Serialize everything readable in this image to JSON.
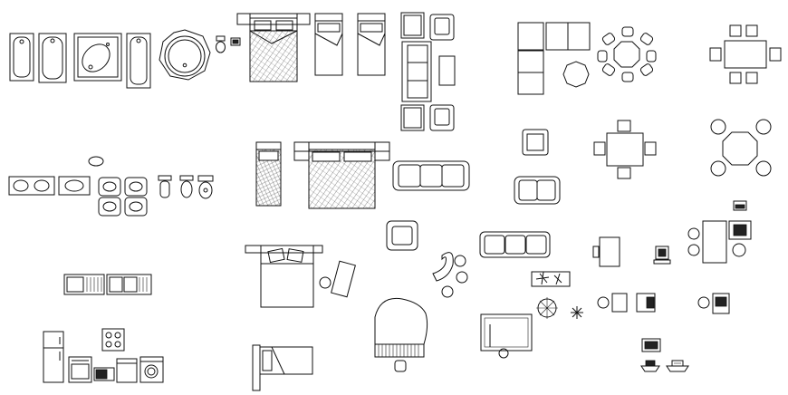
{
  "sheet": {
    "background": "#ffffff",
    "line_color": "#111111",
    "groups": [
      "bathtubs",
      "beds",
      "sofas-and-armchairs",
      "dining-tables",
      "sinks-and-toilets",
      "office-desks",
      "kitchen-sinks",
      "kitchen-appliances",
      "piano",
      "plants",
      "electronics"
    ]
  }
}
